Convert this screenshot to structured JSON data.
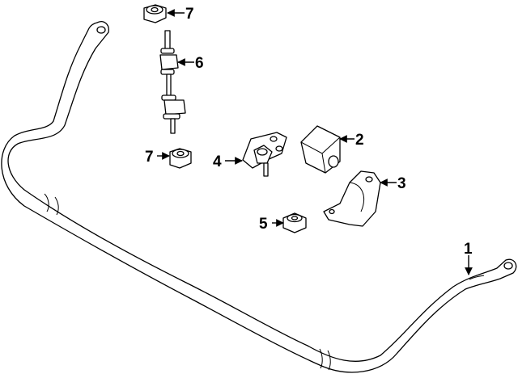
{
  "diagram": {
    "callouts": [
      {
        "id": "c1",
        "number": "1"
      },
      {
        "id": "c2",
        "number": "2"
      },
      {
        "id": "c3",
        "number": "3"
      },
      {
        "id": "c4",
        "number": "4"
      },
      {
        "id": "c5",
        "number": "5"
      },
      {
        "id": "c6",
        "number": "6"
      },
      {
        "id": "c7a",
        "number": "7"
      },
      {
        "id": "c7b",
        "number": "7"
      }
    ]
  }
}
